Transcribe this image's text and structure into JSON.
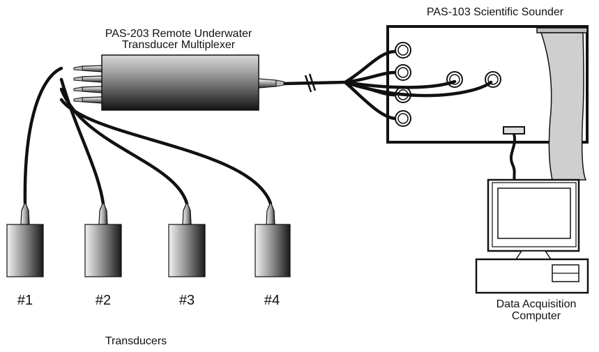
{
  "sounder": {
    "label": "PAS-103 Scientific Sounder"
  },
  "multiplexer": {
    "label_line1": "PAS-203 Remote Underwater",
    "label_line2": "Transducer Multiplexer"
  },
  "transducers": {
    "group_label": "Transducers",
    "items": [
      {
        "label": "#1"
      },
      {
        "label": "#2"
      },
      {
        "label": "#3"
      },
      {
        "label": "#4"
      }
    ]
  },
  "computer": {
    "label_line1": "Data Acquisition",
    "label_line2": "Computer"
  },
  "colors": {
    "ink": "#111111",
    "background": "#ffffff",
    "paper": "#cfcfcf",
    "transducer_light": "#f2f2f2",
    "transducer_dark": "#1a1a1a"
  }
}
